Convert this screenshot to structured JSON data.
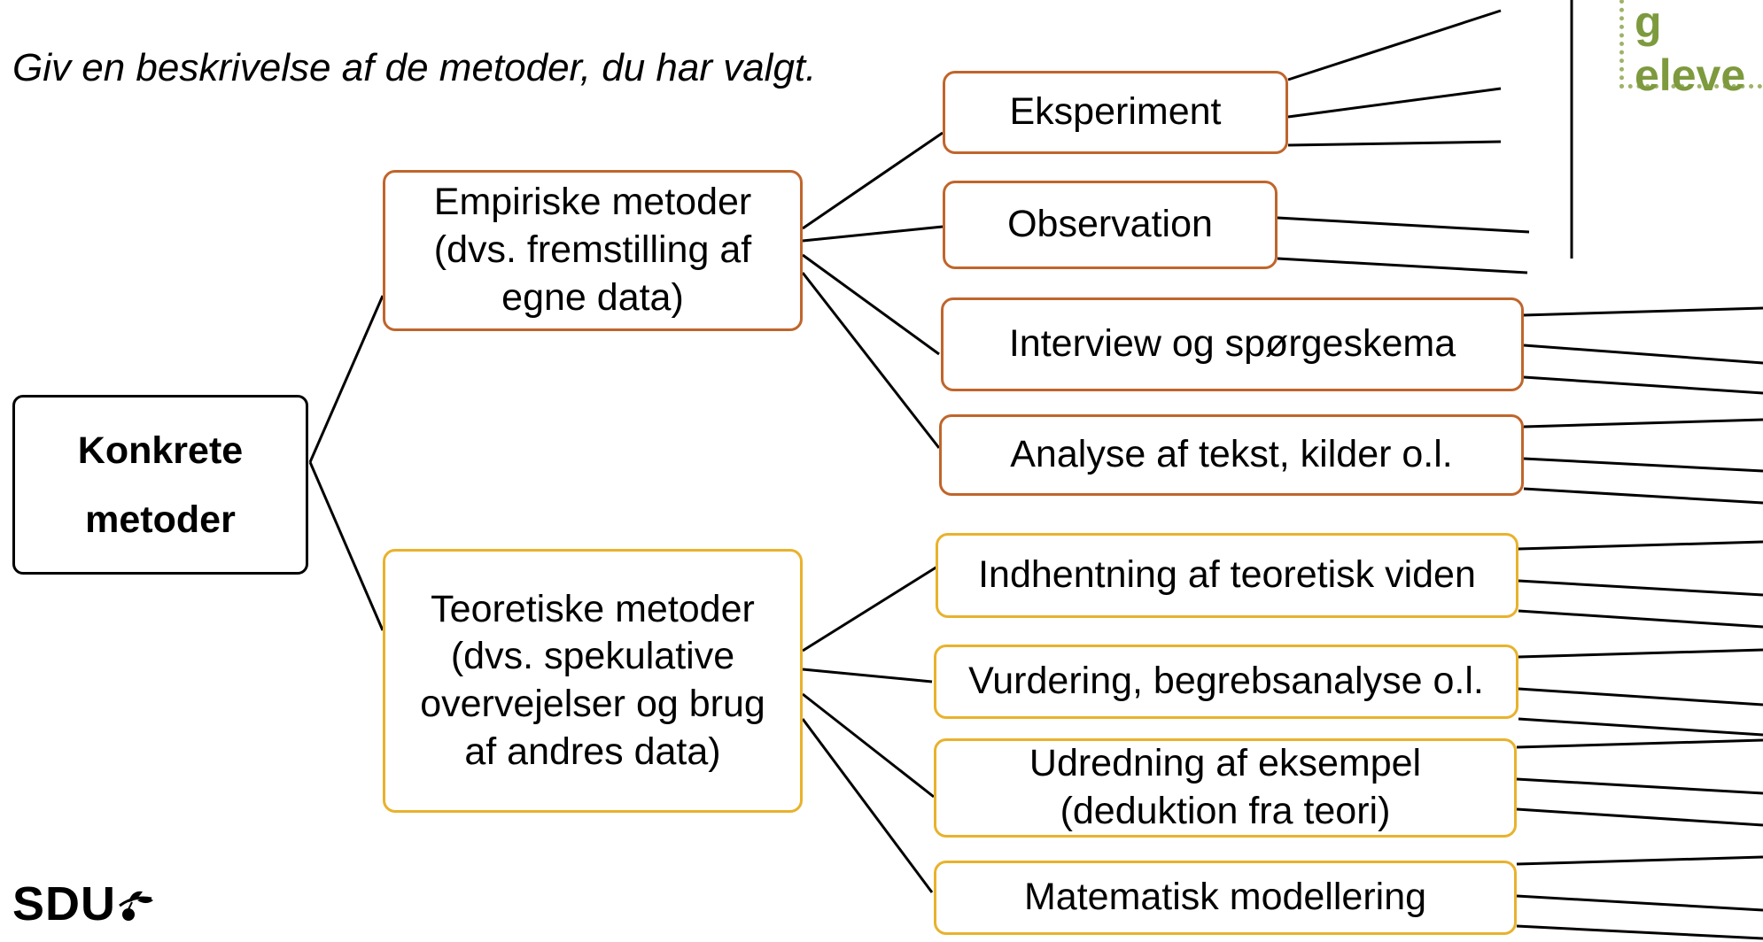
{
  "intro_text": "Giv en beskrivelse af de metoder, du har valgt.",
  "root": {
    "line1": "Konkrete",
    "line2": "metoder"
  },
  "empirical": {
    "lines": [
      "Empiriske metoder",
      "(dvs. fremstilling af",
      "egne data)"
    ],
    "color": "#c0652b",
    "methods": [
      "Eksperiment",
      "Observation",
      "Interview og spørgeskema",
      "Analyse af tekst, kilder o.l."
    ]
  },
  "theoretical": {
    "lines": [
      "Teoretiske metoder",
      "(dvs. spekulative",
      "overvejelser og brug",
      "af andres data)"
    ],
    "color": "#e8b22c",
    "methods": [
      "Indhentning af teoretisk viden",
      "Vurdering, begrebsanalyse  o.l.",
      "Udredning  af eksempel",
      "(deduktion fra teori)",
      "Matematisk modellering"
    ]
  },
  "sticky_note": {
    "line1": "g",
    "line2": "eleve",
    "color": "#9fb36a"
  },
  "logo": {
    "text": "SDU",
    "icon": "sdu-leaf-icon"
  }
}
